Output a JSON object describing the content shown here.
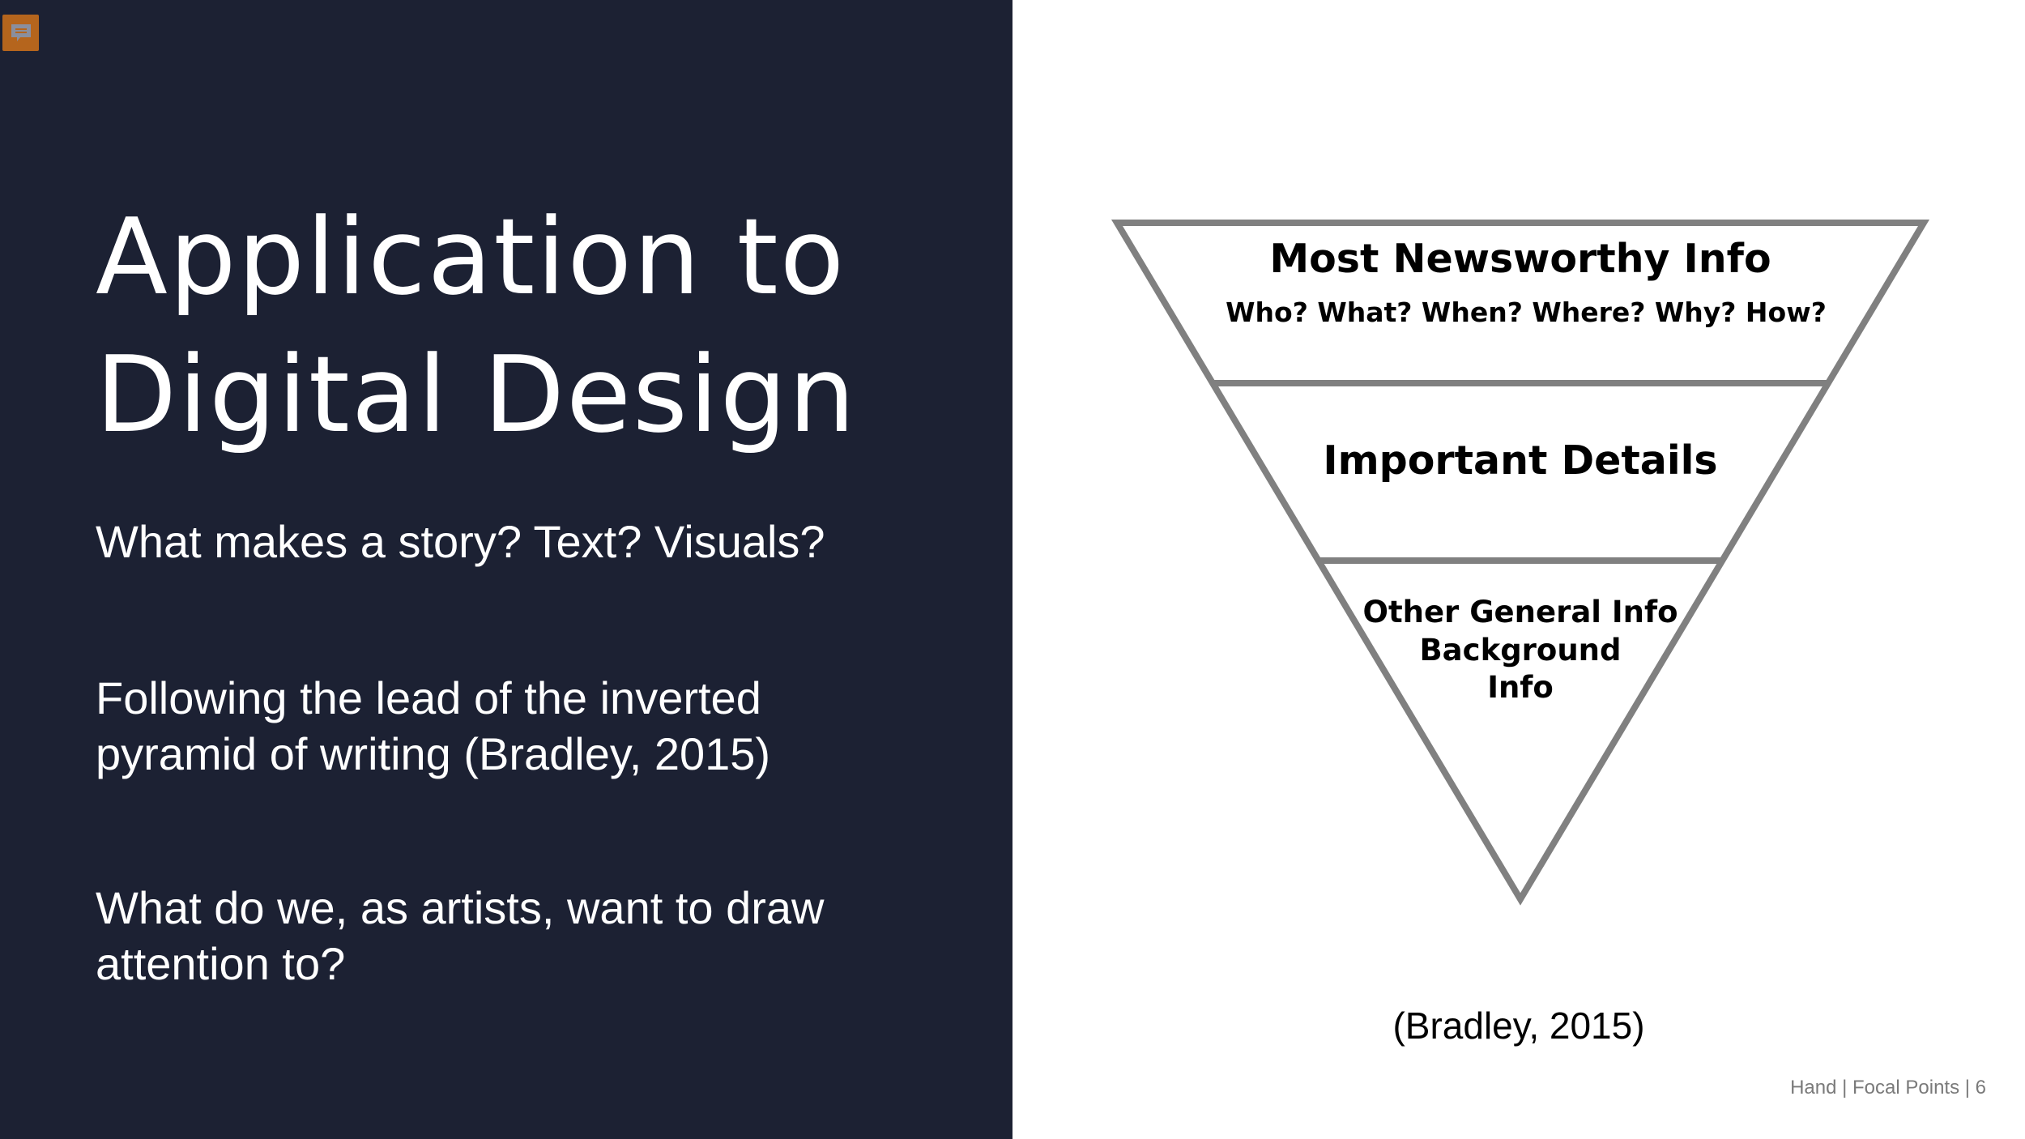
{
  "slide": {
    "title_lines": [
      "Application to",
      "Digital Design"
    ],
    "paragraphs": [
      [
        "What makes a story? Text? Visuals?"
      ],
      [
        "Following the lead of the inverted",
        "pyramid of writing (Bradley, 2015)"
      ],
      [
        "What do we, as artists, want to draw",
        "attention to?"
      ]
    ],
    "comment_icon": "speech-bubble-icon",
    "colors": {
      "left_panel_bg": "#1c2133",
      "right_panel_bg": "#ffffff",
      "comment_badge": "#b5651d",
      "pyramid_stroke": "#808080",
      "footer_text": "#7a7a7a"
    }
  },
  "pyramid": {
    "tiers": [
      {
        "heading": "Most Newsworthy Info",
        "subheading": "Who? What? When? Where? Why? How?"
      },
      {
        "heading": "Important Details"
      },
      {
        "lines": [
          "Other General Info",
          "Background",
          "Info"
        ]
      }
    ]
  },
  "citation": "(Bradley, 2015)",
  "footer": "Hand | Focal Points | 6"
}
